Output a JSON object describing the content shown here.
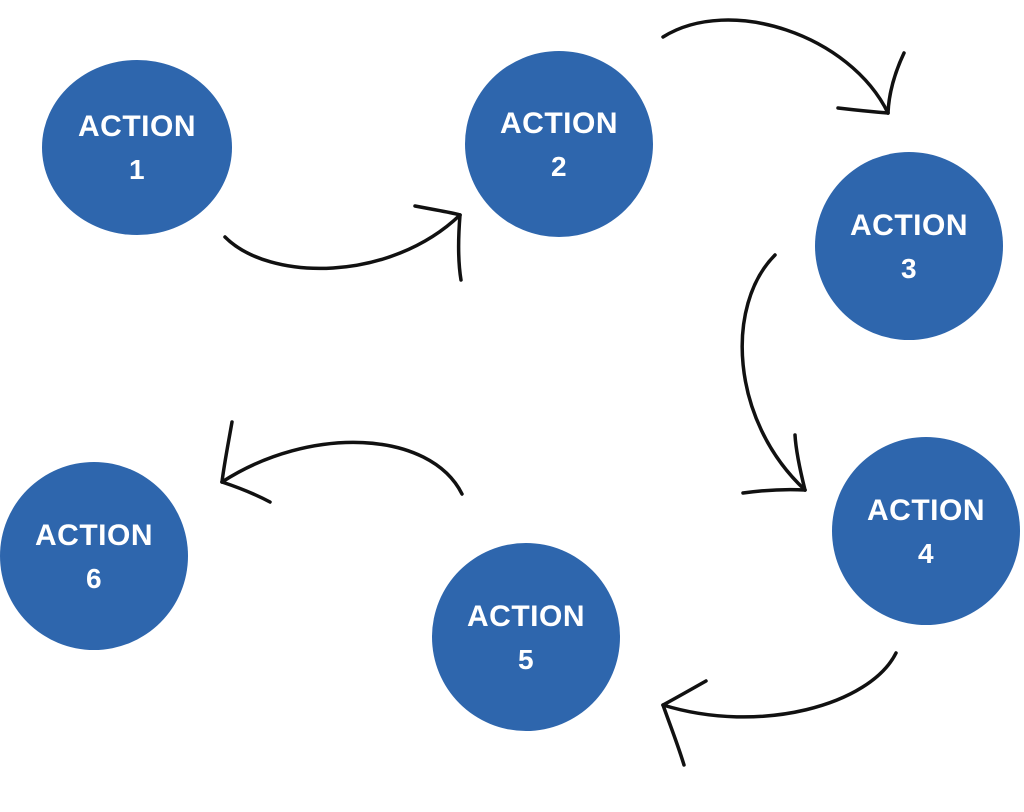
{
  "colors": {
    "node_fill": "#2e66ad",
    "node_text": "#ffffff",
    "arrow": "#111111",
    "background": "#ffffff"
  },
  "nodes": [
    {
      "label": "ACTION",
      "number": "1"
    },
    {
      "label": "ACTION",
      "number": "2"
    },
    {
      "label": "ACTION",
      "number": "3"
    },
    {
      "label": "ACTION",
      "number": "4"
    },
    {
      "label": "ACTION",
      "number": "5"
    },
    {
      "label": "ACTION",
      "number": "6"
    }
  ],
  "edges": [
    {
      "from": "1",
      "to": "2"
    },
    {
      "from": "2",
      "to": "3"
    },
    {
      "from": "3",
      "to": "4"
    },
    {
      "from": "4",
      "to": "5"
    },
    {
      "from": "5",
      "to": "6"
    }
  ]
}
